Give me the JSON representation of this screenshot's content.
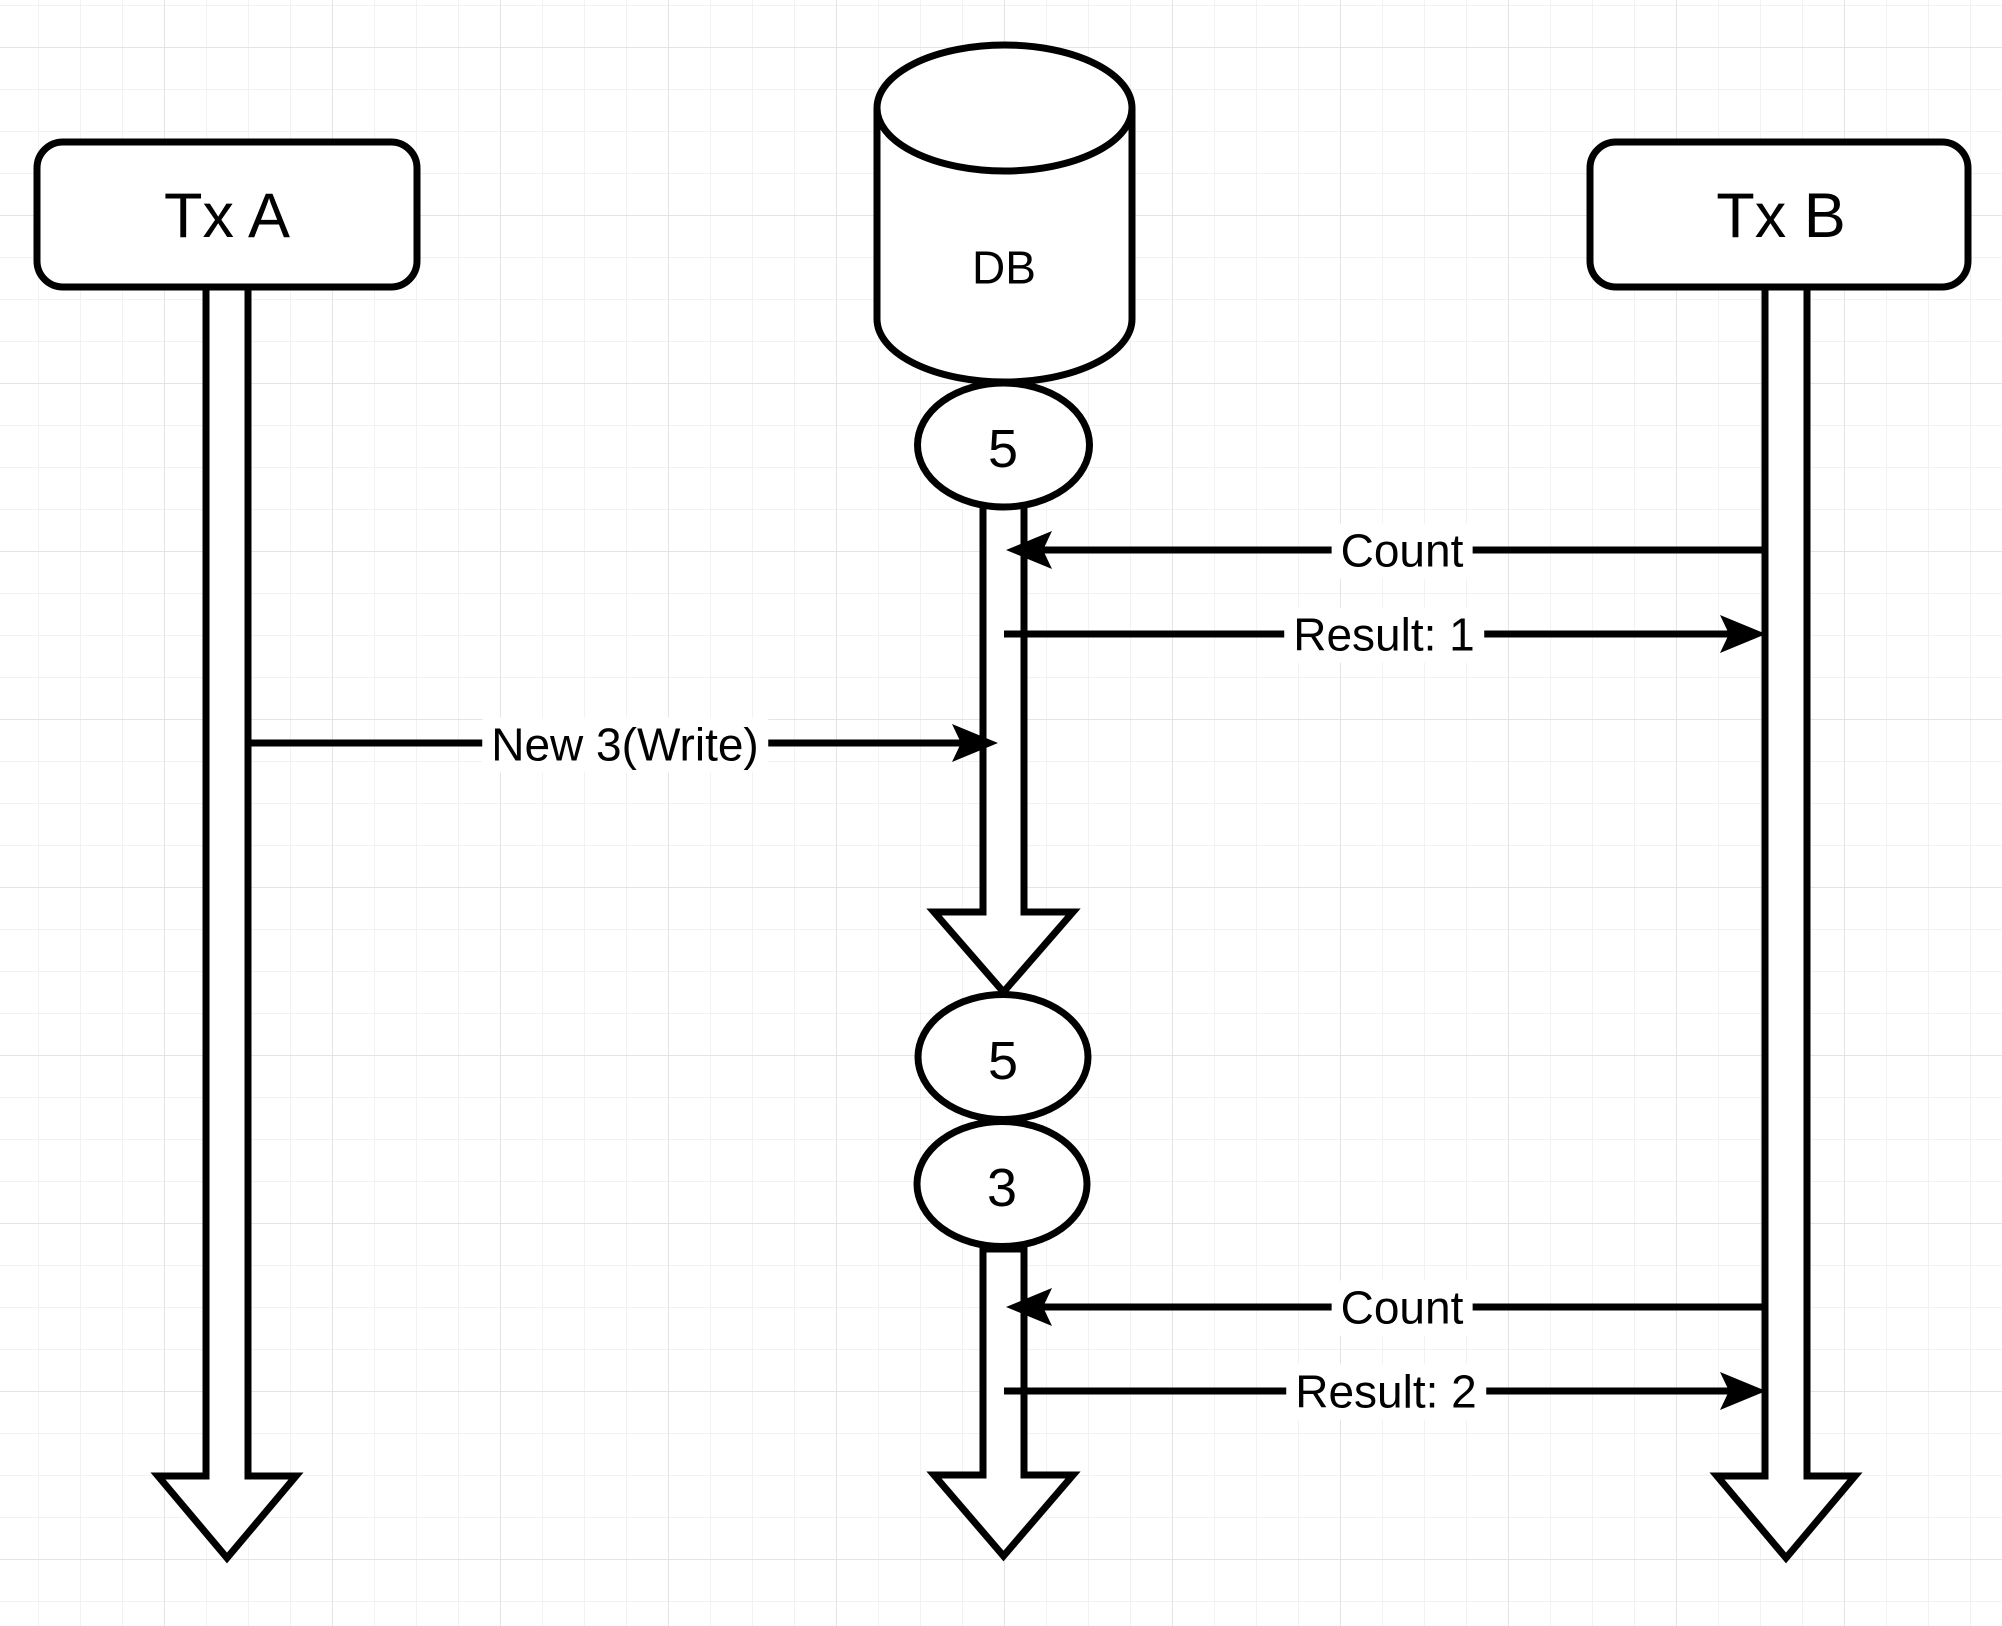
{
  "diagram_type": "database-transaction-sequence",
  "actors": [
    {
      "id": "tx-a",
      "label": "Tx A"
    },
    {
      "id": "db",
      "label": "DB"
    },
    {
      "id": "tx-b",
      "label": "Tx B"
    }
  ],
  "db_values": [
    {
      "id": "initial-value",
      "value": "5"
    },
    {
      "id": "reread-old-value",
      "value": "5"
    },
    {
      "id": "reread-new-value",
      "value": "3"
    }
  ],
  "messages": [
    {
      "label": "Count",
      "from": "Tx B",
      "to": "DB"
    },
    {
      "label": "Result: 1",
      "from": "DB",
      "to": "Tx B"
    },
    {
      "label": "New 3(Write)",
      "from": "Tx A",
      "to": "DB"
    },
    {
      "label": "Count",
      "from": "Tx B",
      "to": "DB"
    },
    {
      "label": "Result: 2",
      "from": "DB",
      "to": "Tx B"
    }
  ],
  "colors": {
    "stroke": "#000000",
    "shape_fill": "#ffffff",
    "label_background": "#ffffff",
    "grid_minor": "#f2f2f4",
    "grid_major": "#e4e4e7"
  }
}
